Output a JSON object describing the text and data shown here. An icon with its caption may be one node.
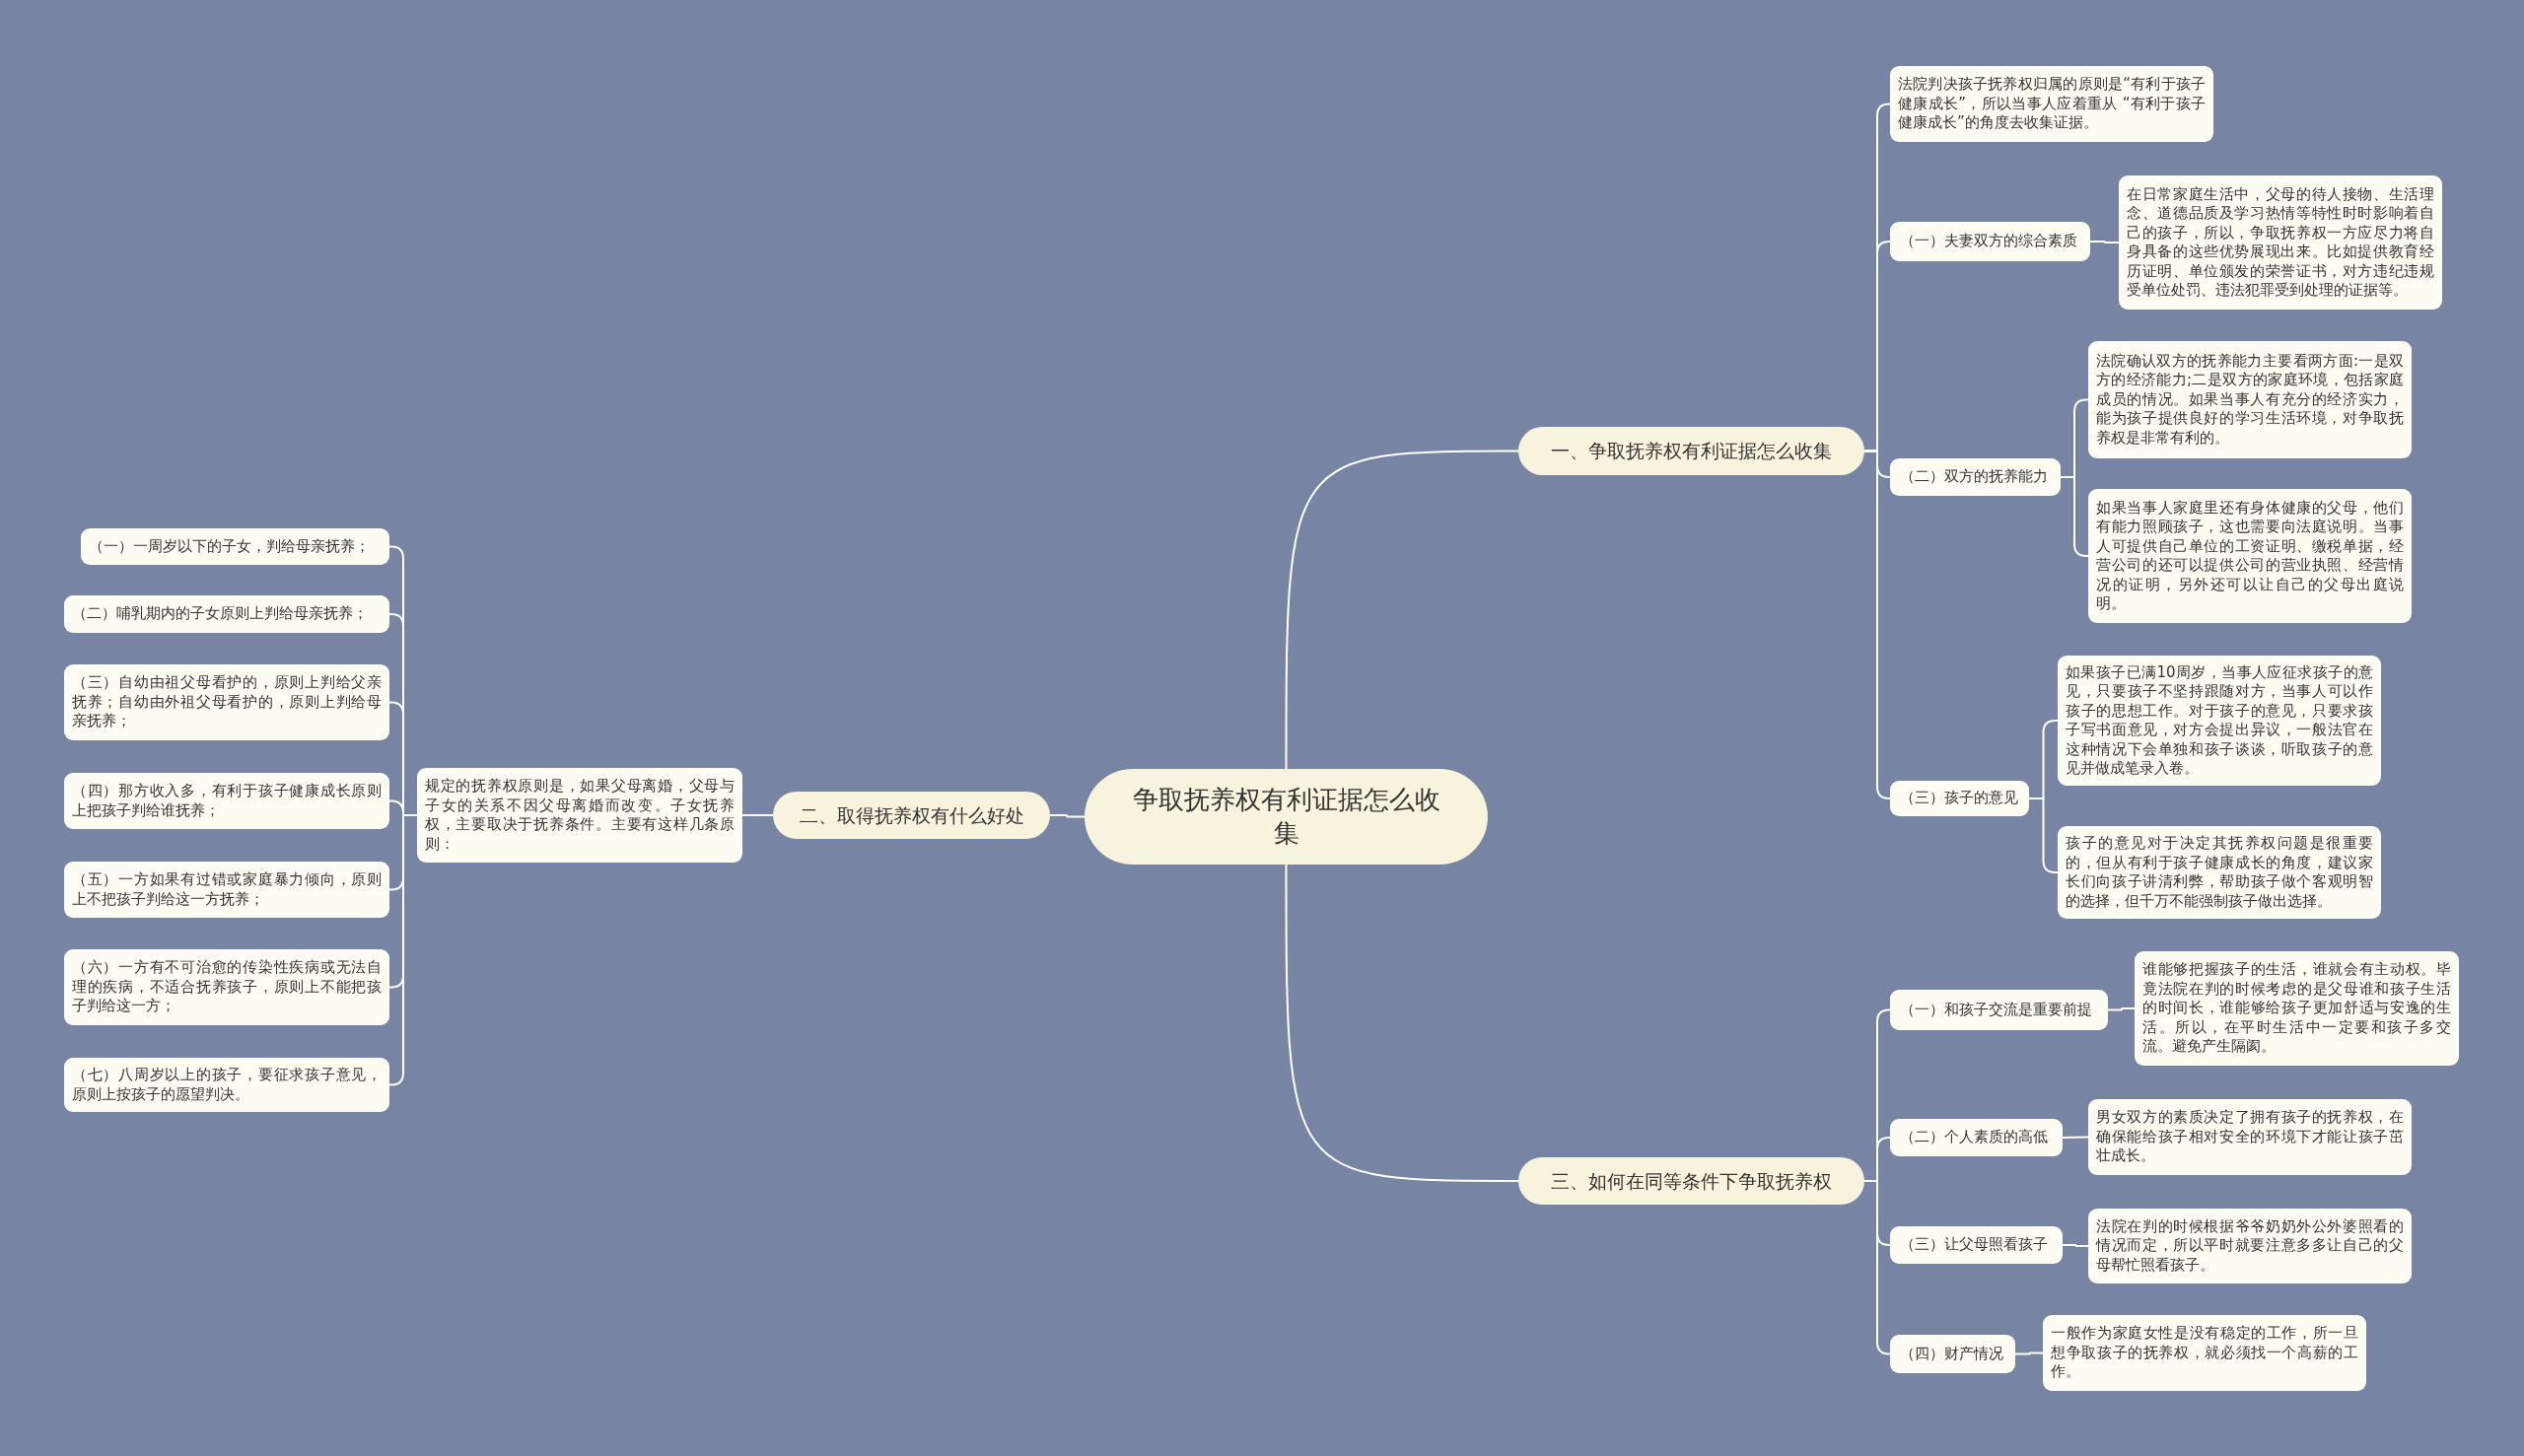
{
  "diagram": {
    "nodes": [
      {
        "text": [
          "争取抚养权有利证据怎么收集"
        ]
      },
      {
        "text": [
          "一、争取抚养权有利证据怎么收集"
        ]
      },
      {
        "text": [
          "法院判决孩子抚养权归属的原则是“有利于孩子健康成长”，所以当事人应着重从 “有利于孩子健康成长”的角度去收集证据。"
        ]
      },
      {
        "text": [
          "（一）夫妻双方的综合素质"
        ]
      },
      {
        "text": [
          "在日常家庭生活中，父母的待人接物、生活理念、道德品质及学习热情等特性时时影响着自己的孩子，所以，争取抚养权一方应尽力将自身具备的这些优势展现出来。比如提供教育经历证明、单位颁发的荣誉证书，对方违纪违规受单位处罚、违法犯罪受到处理的证据等。"
        ]
      },
      {
        "text": [
          "（二）双方的抚养能力"
        ]
      },
      {
        "text": [
          "法院确认双方的抚养能力主要看两方面:一是双方的经济能力;二是双方的家庭环境，包括家庭成员的情况。如果当事人有充分的经济实力，能为孩子提供良好的学习生活环境，对争取抚养权是非常有利的。"
        ]
      },
      {
        "text": [
          "如果当事人家庭里还有身体健康的父母，他们有能力照顾孩子，这也需要向法庭说明。当事人可提供自己单位的工资证明、缴税单据，经营公司的还可以提供公司的营业执照、经营情况的证明，另外还可以让自己的父母出庭说明。"
        ]
      },
      {
        "text": [
          "（三）孩子的意见"
        ]
      },
      {
        "text": [
          "如果孩子已满10周岁，当事人应征求孩子的意见，只要孩子不坚持跟随对方，当事人可以作孩子的思想工作。对于孩子的意见，只要求孩子写书面意见，对方会提出异议，一般法官在这种情况下会单独和孩子谈谈，听取孩子的意见并做成笔录入卷。"
        ]
      },
      {
        "text": [
          "孩子的意见对于决定其抚养权问题是很重要的，但从有利于孩子健康成长的角度，建议家长们向孩子讲清利弊，帮助孩子做个客观明智的选择，但千万不能强制孩子做出选择。"
        ]
      },
      {
        "text": [
          "二、取得抚养权有什么好处"
        ]
      },
      {
        "text": [
          "规定的抚养权原则是，如果父母离婚，父母与子女的关系不因父母离婚而改变。子女抚养权，主要取决于抚养条件。主要有这样几条原则："
        ]
      },
      {
        "text": [
          "（一）一周岁以下的子女，判给母亲抚养；"
        ]
      },
      {
        "text": [
          "（二）哺乳期内的子女原则上判给母亲抚养；"
        ]
      },
      {
        "text": [
          "（三）自幼由祖父母看护的，原则上判给父亲抚养；自幼由外祖父母看护的，原则上判给母亲抚养；"
        ]
      },
      {
        "text": [
          "（四）那方收入多，有利于孩子健康成长原则上把孩子判给谁抚养；"
        ]
      },
      {
        "text": [
          "（五）一方如果有过错或家庭暴力倾向，原则上不把孩子判给这一方抚养；"
        ]
      },
      {
        "text": [
          "（六）一方有不可治愈的传染性疾病或无法自理的疾病，不适合抚养孩子，原则上不能把孩子判给这一方；"
        ]
      },
      {
        "text": [
          "（七）八周岁以上的孩子，要征求孩子意见，原则上按孩子的愿望判决。"
        ]
      },
      {
        "text": [
          "三、如何在同等条件下争取抚养权"
        ]
      },
      {
        "text": [
          "（一）和孩子交流是重要前提"
        ]
      },
      {
        "text": [
          "谁能够把握孩子的生活，谁就会有主动权。毕竟法院在判的时候考虑的是父母谁和孩子生活的时间长，谁能够给孩子更加舒适与安逸的生活。所以，在平时生活中一定要和孩子多交流。避免产生隔阂。"
        ]
      },
      {
        "text": [
          "（二）个人素质的高低"
        ]
      },
      {
        "text": [
          "男女双方的素质决定了拥有孩子的抚养权，在确保能给孩子相对安全的环境下才能让孩子茁壮成长。"
        ]
      },
      {
        "text": [
          "（三）让父母照看孩子"
        ]
      },
      {
        "text": [
          "法院在判的时候根据爷爷奶奶外公外婆照看的情况而定，所以平时就要注意多多让自己的父母帮忙照看孩子。"
        ]
      },
      {
        "text": [
          "（四）财产情况"
        ]
      },
      {
        "text": [
          "一般作为家庭女性是没有稳定的工作，所一旦想争取孩子的抚养权，就必须找一个高薪的工作。"
        ]
      }
    ],
    "edges": [
      {
        "from": 0,
        "to": 1,
        "arrow": "none"
      },
      {
        "from": 1,
        "to": 2,
        "arrow": "none"
      },
      {
        "from": 1,
        "to": 3,
        "arrow": "none"
      },
      {
        "from": 3,
        "to": 4,
        "arrow": "none"
      },
      {
        "from": 1,
        "to": 5,
        "arrow": "none"
      },
      {
        "from": 5,
        "to": 6,
        "arrow": "none"
      },
      {
        "from": 5,
        "to": 7,
        "arrow": "none"
      },
      {
        "from": 1,
        "to": 8,
        "arrow": "none"
      },
      {
        "from": 8,
        "to": 9,
        "arrow": "none"
      },
      {
        "from": 8,
        "to": 10,
        "arrow": "none"
      },
      {
        "from": 0,
        "to": 11,
        "arrow": "none"
      },
      {
        "from": 11,
        "to": 12,
        "arrow": "none"
      },
      {
        "from": 12,
        "to": 13,
        "arrow": "none"
      },
      {
        "from": 12,
        "to": 14,
        "arrow": "none"
      },
      {
        "from": 12,
        "to": 15,
        "arrow": "none"
      },
      {
        "from": 12,
        "to": 16,
        "arrow": "none"
      },
      {
        "from": 12,
        "to": 17,
        "arrow": "none"
      },
      {
        "from": 12,
        "to": 18,
        "arrow": "none"
      },
      {
        "from": 12,
        "to": 19,
        "arrow": "none"
      },
      {
        "from": 0,
        "to": 20,
        "arrow": "none"
      },
      {
        "from": 20,
        "to": 21,
        "arrow": "none"
      },
      {
        "from": 21,
        "to": 22,
        "arrow": "none"
      },
      {
        "from": 20,
        "to": 23,
        "arrow": "none"
      },
      {
        "from": 23,
        "to": 24,
        "arrow": "none"
      },
      {
        "from": 20,
        "to": 25,
        "arrow": "none"
      },
      {
        "from": 25,
        "to": 26,
        "arrow": "none"
      },
      {
        "from": 20,
        "to": 27,
        "arrow": "none"
      },
      {
        "from": 27,
        "to": 28,
        "arrow": "none"
      }
    ]
  }
}
